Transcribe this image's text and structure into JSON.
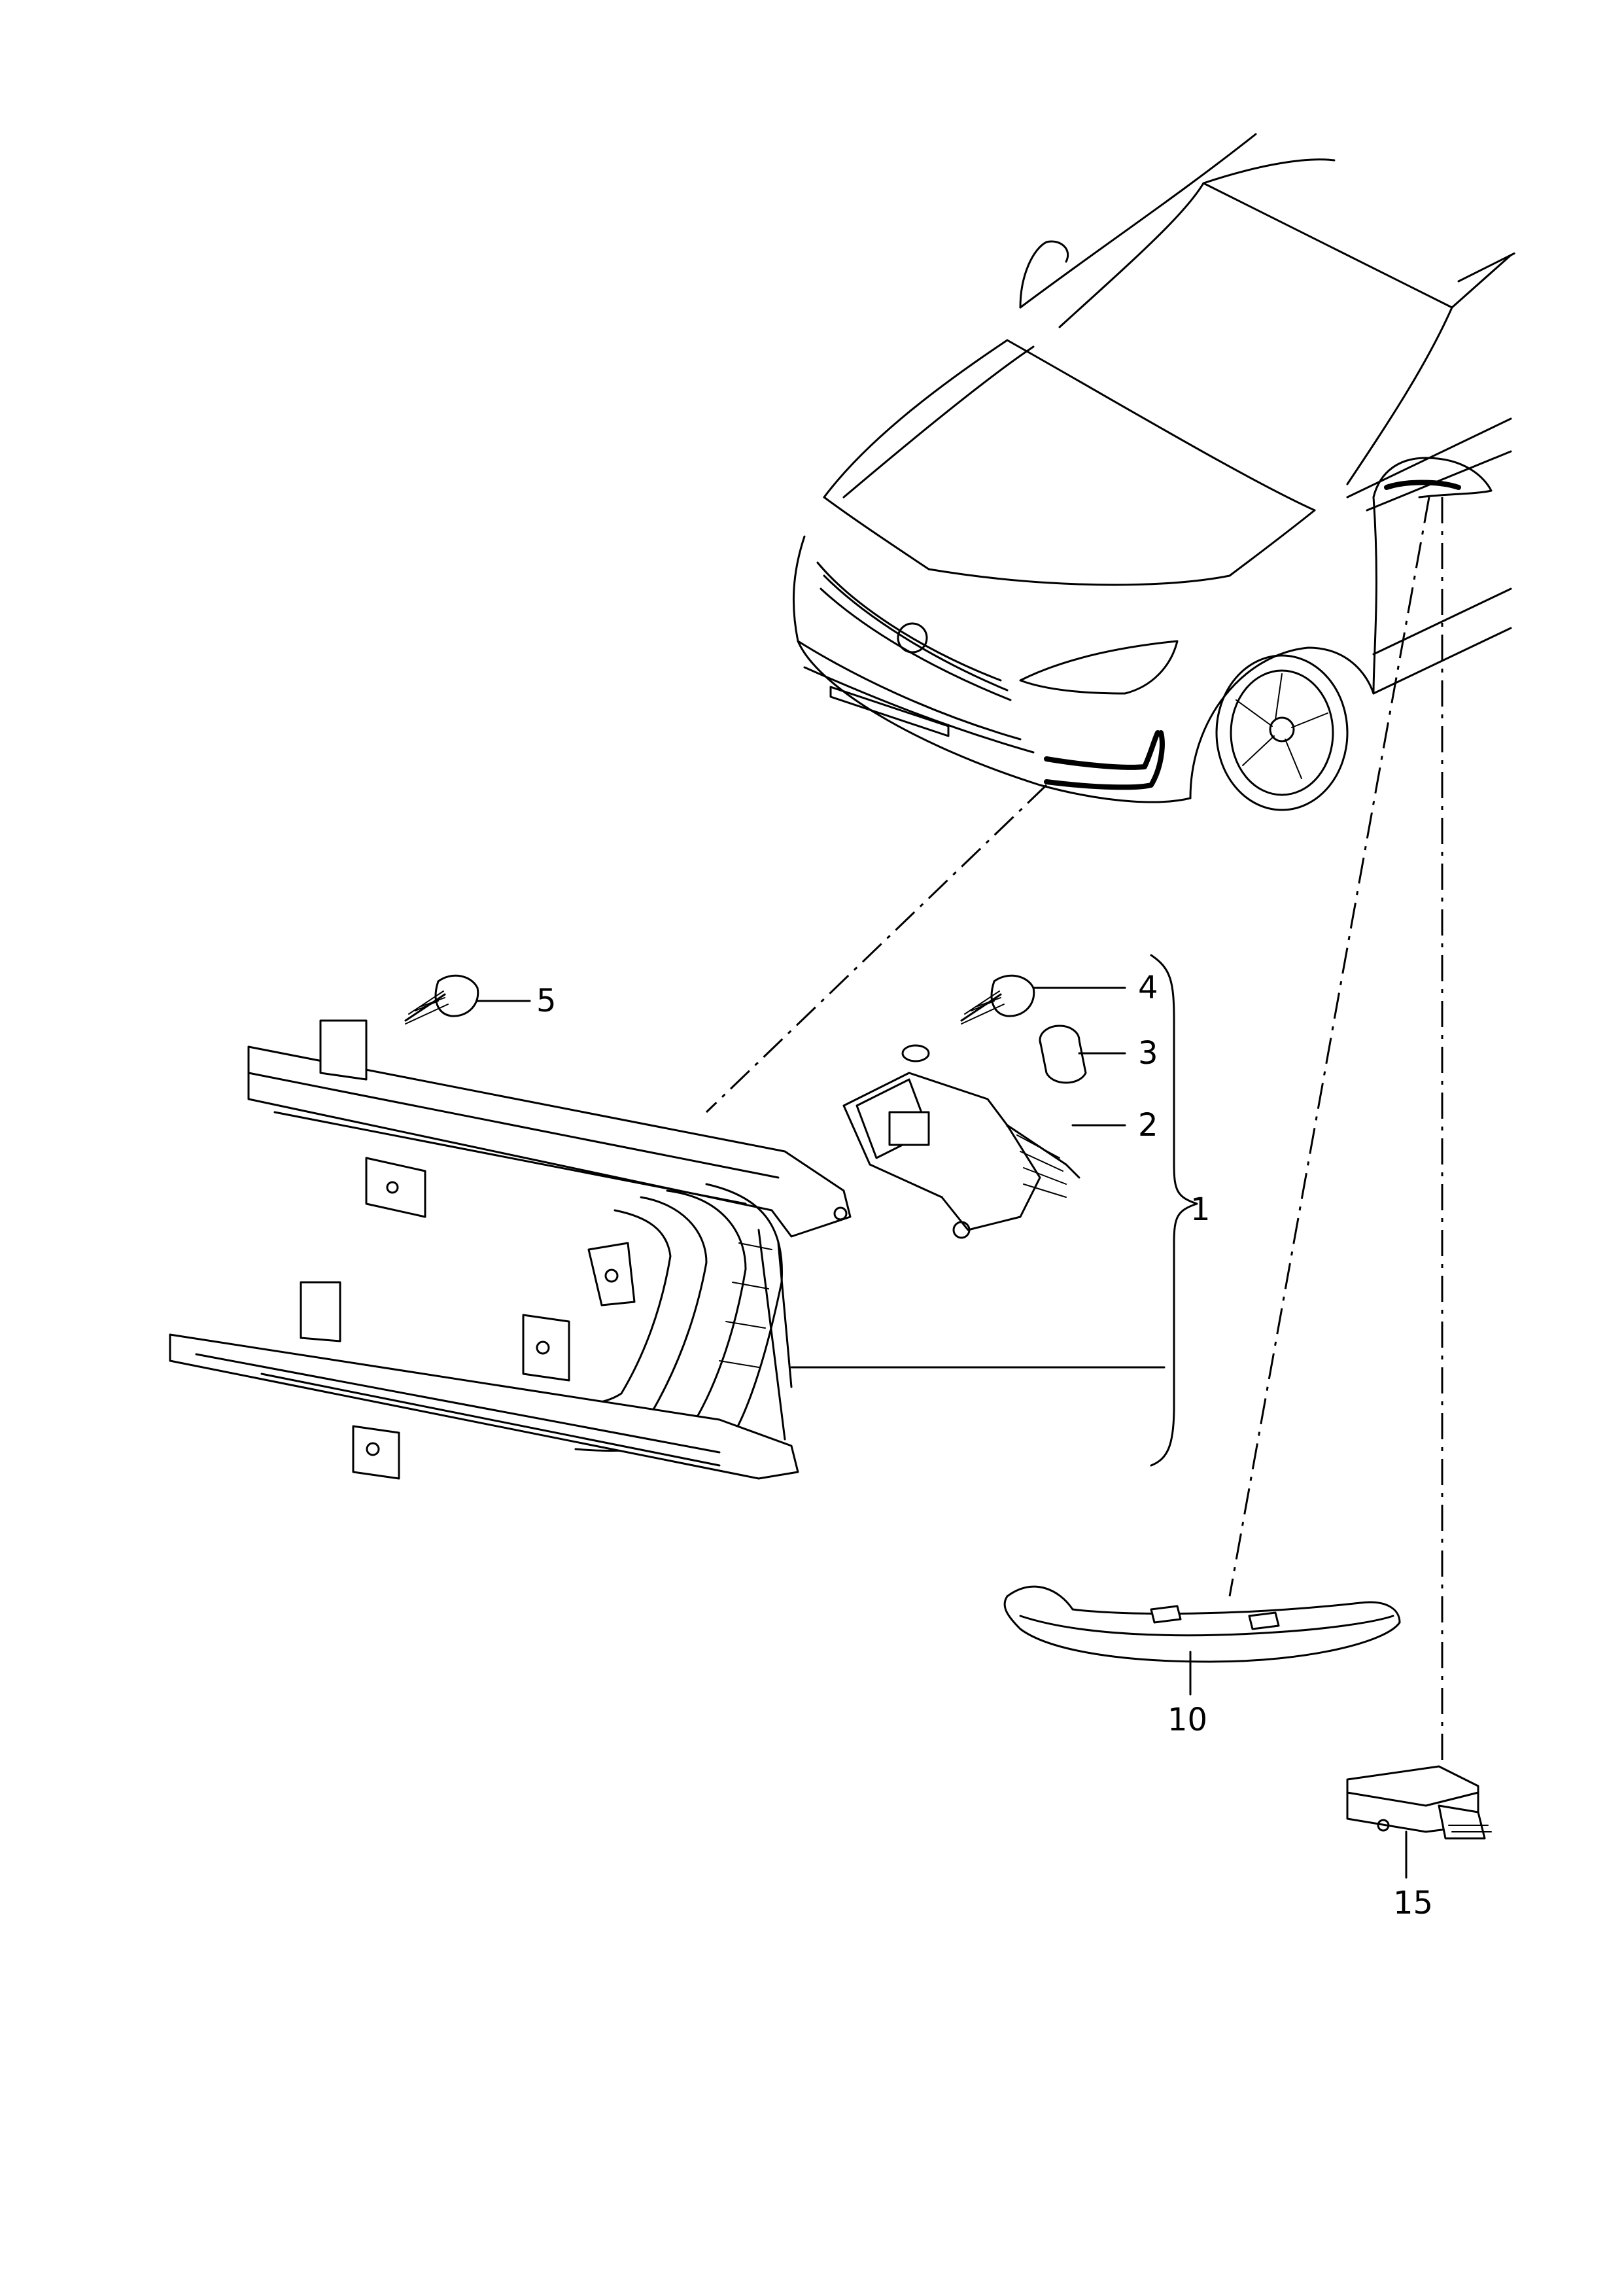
{
  "callouts": [
    {
      "id": "callout-1",
      "label": "1"
    },
    {
      "id": "callout-2",
      "label": "2"
    },
    {
      "id": "callout-3",
      "label": "3"
    },
    {
      "id": "callout-4",
      "label": "4"
    },
    {
      "id": "callout-5",
      "label": "5"
    },
    {
      "id": "callout-10",
      "label": "10"
    },
    {
      "id": "callout-15",
      "label": "15"
    }
  ]
}
